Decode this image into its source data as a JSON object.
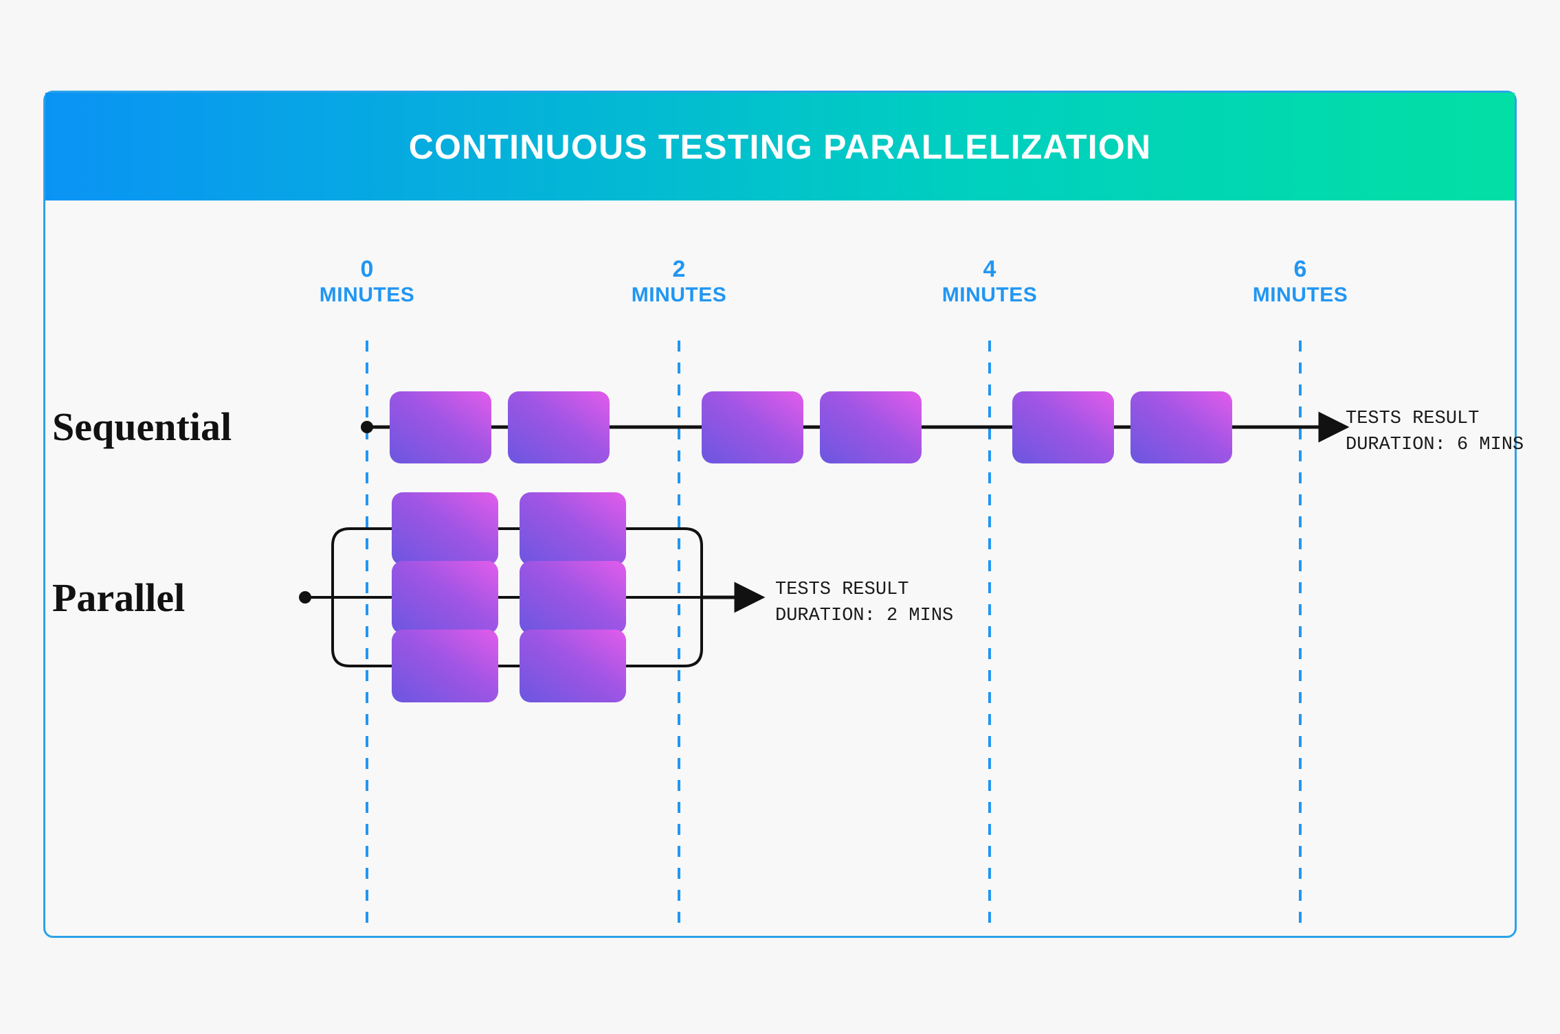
{
  "page": {
    "background_color": "#f7f7f7"
  },
  "card": {
    "border_color": "#2aa3e8",
    "header": {
      "title": "CONTINUOUS TESTING PARALLELIZATION",
      "gradient_from": "#0a93f5",
      "gradient_to": "#02dfa4",
      "text_color": "#ffffff"
    }
  },
  "axis": {
    "unit_label": "MINUTES",
    "tick_color": "#2196f3",
    "gridline_color": "#2196f3",
    "gridline_style": "dashed",
    "ticks": [
      {
        "value": "0",
        "unit": "MINUTES"
      },
      {
        "value": "2",
        "unit": "MINUTES"
      },
      {
        "value": "4",
        "unit": "MINUTES"
      },
      {
        "value": "6",
        "unit": "MINUTES"
      }
    ]
  },
  "rows": {
    "sequential": {
      "label": "Sequential",
      "block_count": 6,
      "result_line1": "TESTS RESULT",
      "result_line2": "DURATION: 6 MINS"
    },
    "parallel": {
      "label": "Parallel",
      "lane_count": 3,
      "blocks_per_lane": 2,
      "result_line1": "TESTS RESULT",
      "result_line2": "DURATION: 2 MINS"
    }
  },
  "block_style": {
    "gradient_from": "#6b56e0",
    "gradient_to": "#e05ce8",
    "corner_radius": "16"
  },
  "chart_data": {
    "type": "bar",
    "title": "CONTINUOUS TESTING PARALLELIZATION",
    "xlabel": "MINUTES",
    "ylabel": "",
    "xlim": [
      0,
      7
    ],
    "x_ticks": [
      0,
      2,
      4,
      6
    ],
    "x_tick_labels": [
      "0 MINUTES",
      "2 MINUTES",
      "4 MINUTES",
      "6 MINUTES"
    ],
    "grid": true,
    "legend": "none",
    "categories": [
      "Sequential",
      "Parallel"
    ],
    "values": [
      6,
      2
    ],
    "series": [
      {
        "name": "Sequential",
        "duration_minutes": 6,
        "test_blocks": 6,
        "lanes": 1,
        "annotation": "TESTS RESULT DURATION: 6 MINS"
      },
      {
        "name": "Parallel",
        "duration_minutes": 2,
        "test_blocks": 6,
        "lanes": 3,
        "annotation": "TESTS RESULT DURATION: 2 MINS"
      }
    ]
  }
}
